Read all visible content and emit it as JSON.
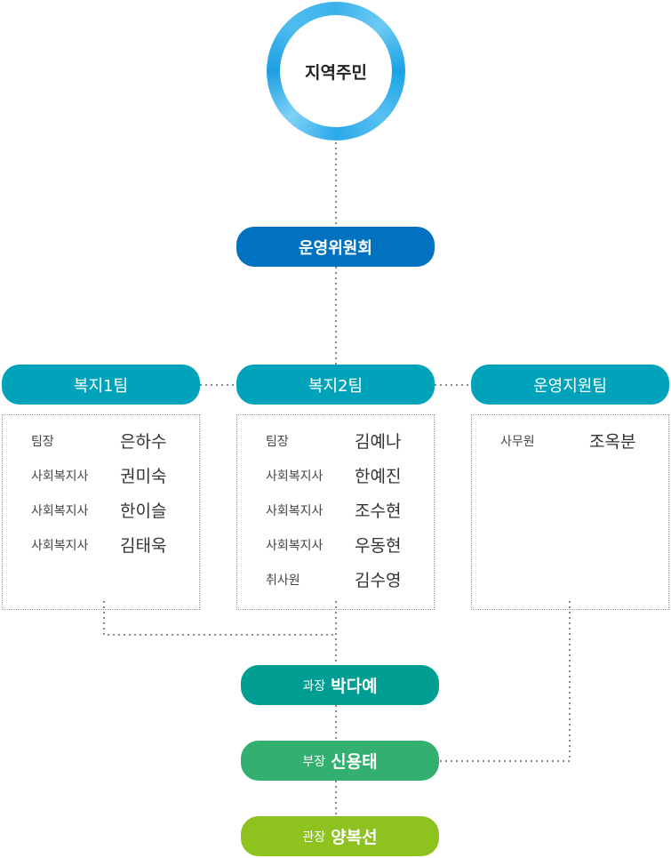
{
  "top": {
    "label": "지역주민"
  },
  "committee": {
    "label": "운영위원회"
  },
  "teams": [
    {
      "label": "복지1팀",
      "members": [
        {
          "role": "팀장",
          "name": "은하수"
        },
        {
          "role": "사회복지사",
          "name": "권미숙"
        },
        {
          "role": "사회복지사",
          "name": "한이슬"
        },
        {
          "role": "사회복지사",
          "name": "김태욱"
        }
      ]
    },
    {
      "label": "복지2팀",
      "members": [
        {
          "role": "팀장",
          "name": "김예나"
        },
        {
          "role": "사회복지사",
          "name": "한예진"
        },
        {
          "role": "사회복지사",
          "name": "조수현"
        },
        {
          "role": "사회복지사",
          "name": "우동현"
        },
        {
          "role": "취사원",
          "name": "김수영"
        }
      ]
    },
    {
      "label": "운영지원팀",
      "members": [
        {
          "role": "사무원",
          "name": "조옥분"
        }
      ]
    }
  ],
  "managers": [
    {
      "role": "과장",
      "name": "박다예",
      "color": "#009e92"
    },
    {
      "role": "부장",
      "name": "신용태",
      "color": "#33b070"
    },
    {
      "role": "관장",
      "name": "양복선",
      "color": "#8dc21f"
    }
  ]
}
